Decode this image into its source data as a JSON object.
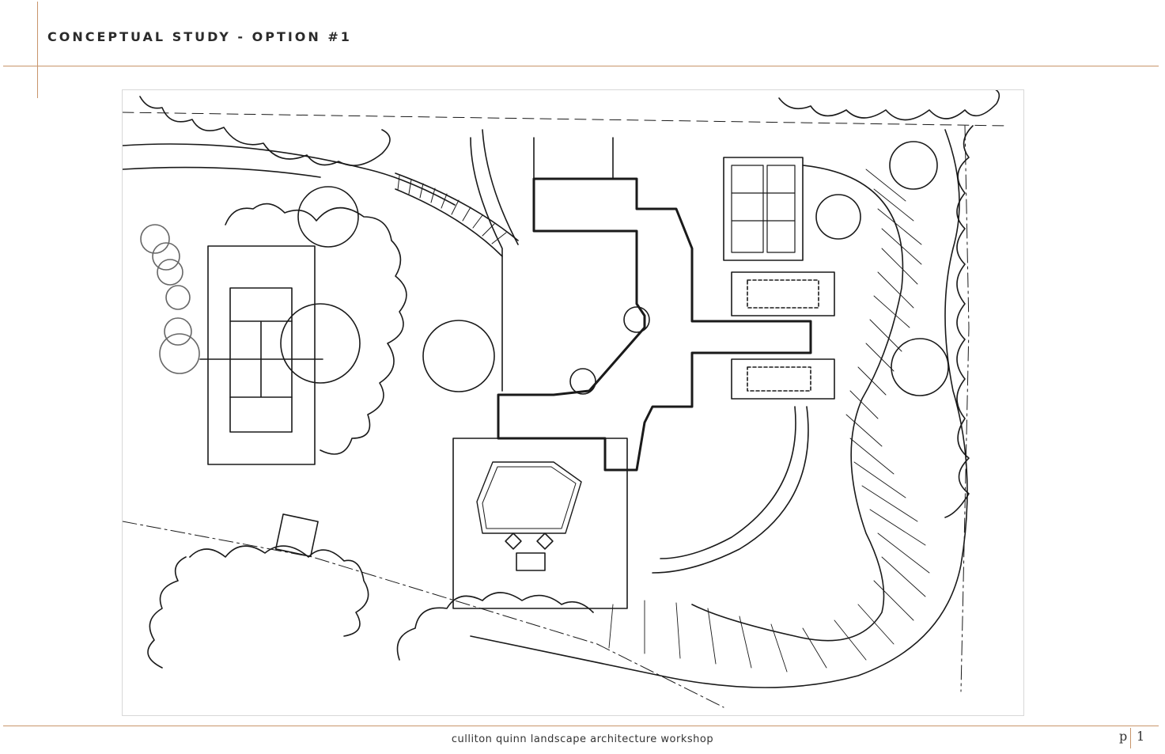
{
  "header": {
    "title": "CONCEPTUAL STUDY - OPTION #1"
  },
  "footer": {
    "firm": "culliton quinn landscape architecture workshop",
    "page_prefix": "p",
    "page_number": "1"
  },
  "colors": {
    "accent_rule": "#c8956a",
    "ink": "#1a1a1a"
  }
}
